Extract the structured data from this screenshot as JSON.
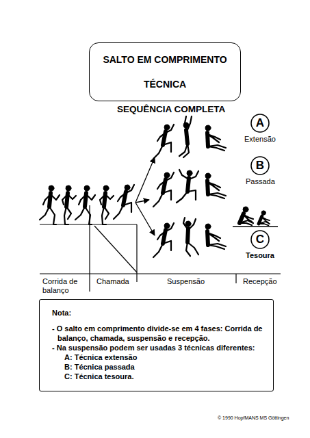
{
  "diagram": {
    "nodes": [
      {
        "text": [
          "SALTO EM COMPRIMENTO",
          "TÉCNICA"
        ]
      },
      {
        "text": [
          "A"
        ]
      },
      {
        "text": [
          "B"
        ]
      },
      {
        "text": [
          "C"
        ]
      },
      {
        "text": [
          "Nota:",
          "- O salto em comprimento divide-se em 4 fases: Corrida de balanço, chamada, suspensão e recepção.",
          "- Na suspensão podem ser usadas 3 técnicas diferentes:",
          "A: Técnica extensão",
          "B: Técnica passada",
          "C: Técnica tesoura."
        ]
      }
    ],
    "labels": [
      "SEQUÊNCIA COMPLETA",
      "Extensão",
      "Passada",
      "Tesoura",
      "Corrida de balanço",
      "Chamada",
      "Suspensão",
      "Recepção",
      "© 1990 HopfMANS MS Göttingen"
    ]
  }
}
